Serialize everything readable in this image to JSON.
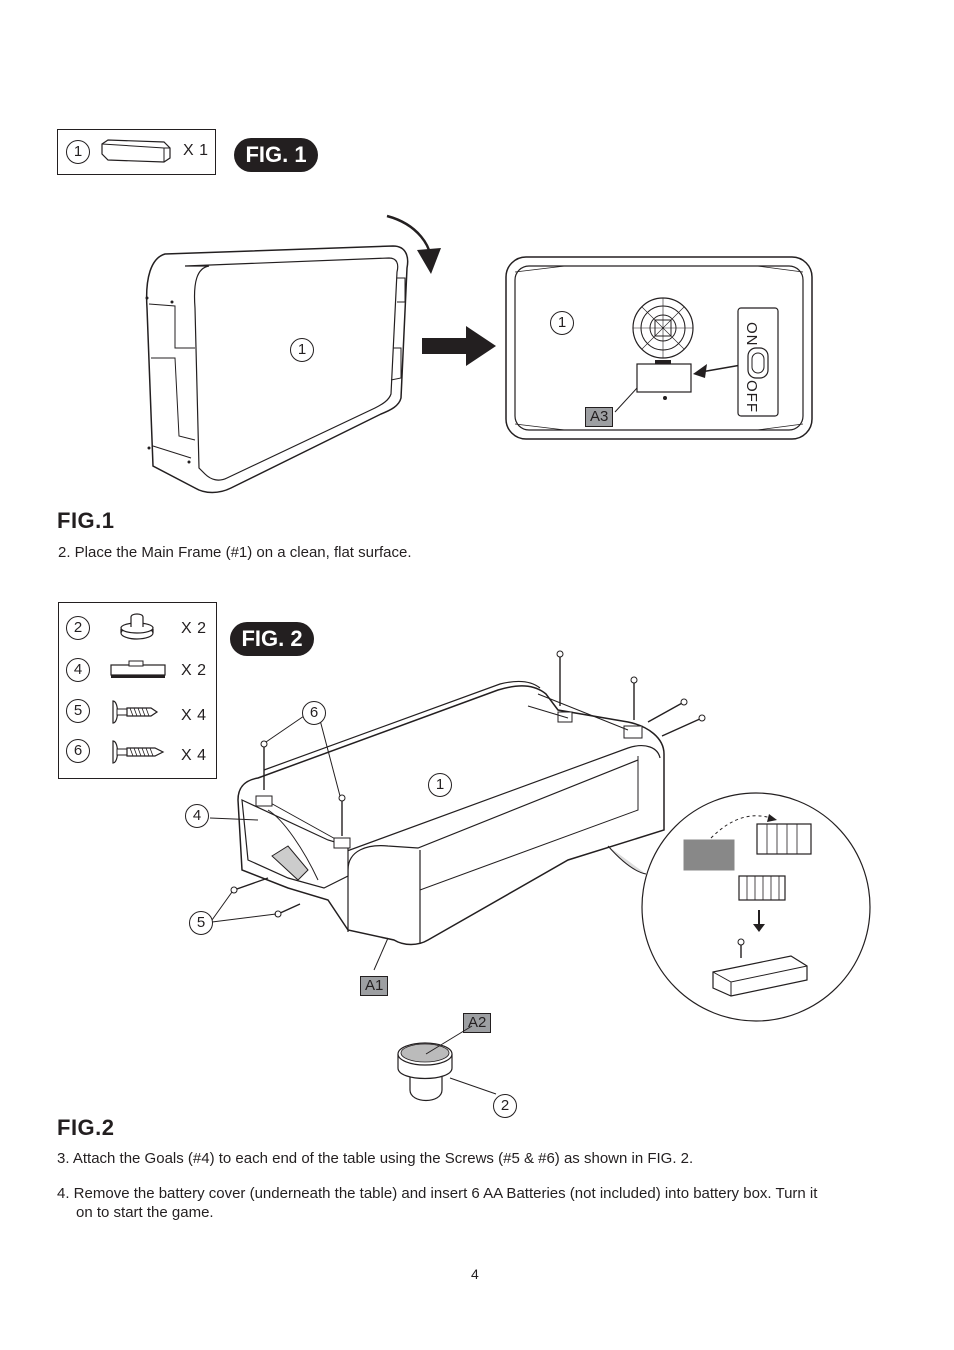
{
  "fig1": {
    "badge": "FIG. 1",
    "heading": "FIG.1",
    "parts": [
      {
        "num": "1",
        "qty": "X 1"
      }
    ],
    "callouts": {
      "frame": "1",
      "detail": "1",
      "tag": "A3"
    },
    "switch": {
      "on": "ON",
      "off": "OFF"
    },
    "step": "2. Place the Main Frame (#1) on a clean, flat surface."
  },
  "fig2": {
    "badge": "FIG. 2",
    "heading": "FIG.2",
    "parts": [
      {
        "num": "2",
        "qty": "X 2"
      },
      {
        "num": "4",
        "qty": "X 2"
      },
      {
        "num": "5",
        "qty": "X 4"
      },
      {
        "num": "6",
        "qty": "X 4"
      }
    ],
    "callouts": {
      "screw6": "6",
      "table": "1",
      "goal": "4",
      "screw5": "5",
      "tag_a1": "A1",
      "tag_a2": "A2",
      "pusher": "2"
    },
    "step3": "3. Attach the Goals (#4) to each end of the table using the Screws (#5 & #6) as shown in FIG. 2.",
    "step4_line1": "4. Remove the battery cover (underneath the table) and insert 6 AA Batteries (not included) into battery box. Turn it",
    "step4_line2": "on to start the game."
  },
  "page_number": "4"
}
